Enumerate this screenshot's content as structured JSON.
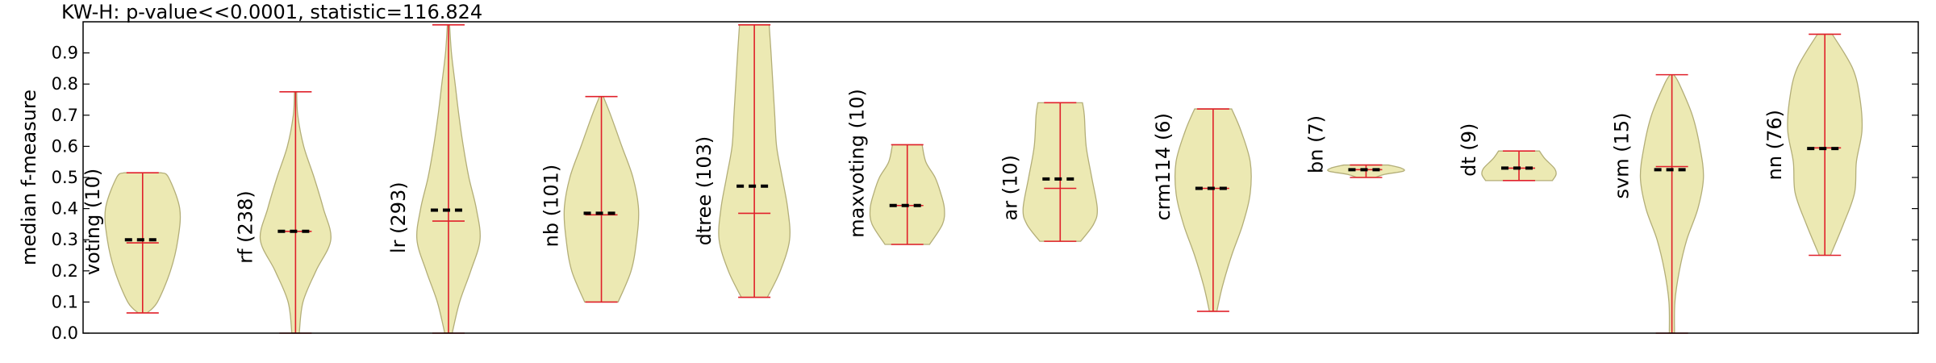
{
  "chart_data": {
    "type": "violin",
    "title": "KW-H: p-value<<0.0001, statistic=116.824",
    "ylabel": "median f-measure",
    "xlabel": "",
    "ylim": [
      0.0,
      1.0
    ],
    "yticks": [
      "0.0",
      "0.1",
      "0.2",
      "0.3",
      "0.4",
      "0.5",
      "0.6",
      "0.7",
      "0.8",
      "0.9"
    ],
    "grid": false,
    "colors": {
      "body_fill": "#ece9b3",
      "body_edge": "#b3ae78",
      "lines": "#e0202a",
      "mean": "#000000",
      "frame": "#000000"
    },
    "violins": [
      {
        "label": "voting (10)",
        "min": 0.065,
        "max": 0.515,
        "median": 0.29,
        "mean": 0.3,
        "profile": [
          [
            0.065,
            0.12
          ],
          [
            0.1,
            0.4
          ],
          [
            0.2,
            0.75
          ],
          [
            0.3,
            0.95
          ],
          [
            0.4,
            1.0
          ],
          [
            0.5,
            0.7
          ],
          [
            0.515,
            0.5
          ]
        ]
      },
      {
        "label": "rf (238)",
        "min": 0.0,
        "max": 0.775,
        "median": 0.327,
        "mean": 0.327,
        "profile": [
          [
            0.0,
            0.1
          ],
          [
            0.1,
            0.2
          ],
          [
            0.2,
            0.55
          ],
          [
            0.3,
            0.95
          ],
          [
            0.4,
            0.75
          ],
          [
            0.5,
            0.5
          ],
          [
            0.6,
            0.22
          ],
          [
            0.7,
            0.06
          ],
          [
            0.775,
            0.03
          ]
        ]
      },
      {
        "label": "lr (293)",
        "min": 0.0,
        "max": 0.99,
        "median": 0.36,
        "mean": 0.395,
        "profile": [
          [
            0.0,
            0.1
          ],
          [
            0.1,
            0.3
          ],
          [
            0.2,
            0.6
          ],
          [
            0.3,
            0.85
          ],
          [
            0.4,
            0.75
          ],
          [
            0.5,
            0.55
          ],
          [
            0.6,
            0.4
          ],
          [
            0.7,
            0.28
          ],
          [
            0.8,
            0.18
          ],
          [
            0.9,
            0.08
          ],
          [
            0.99,
            0.03
          ]
        ]
      },
      {
        "label": "nb (101)",
        "min": 0.1,
        "max": 0.76,
        "median": 0.38,
        "mean": 0.385,
        "profile": [
          [
            0.1,
            0.45
          ],
          [
            0.2,
            0.8
          ],
          [
            0.3,
            0.95
          ],
          [
            0.4,
            1.0
          ],
          [
            0.5,
            0.85
          ],
          [
            0.6,
            0.55
          ],
          [
            0.7,
            0.25
          ],
          [
            0.76,
            0.05
          ]
        ]
      },
      {
        "label": "dtree (103)",
        "min": 0.115,
        "max": 0.99,
        "median": 0.385,
        "mean": 0.472,
        "profile": [
          [
            0.115,
            0.35
          ],
          [
            0.2,
            0.7
          ],
          [
            0.3,
            0.95
          ],
          [
            0.4,
            0.9
          ],
          [
            0.5,
            0.75
          ],
          [
            0.6,
            0.6
          ],
          [
            0.7,
            0.55
          ],
          [
            0.8,
            0.5
          ],
          [
            0.9,
            0.45
          ],
          [
            0.99,
            0.4
          ]
        ]
      },
      {
        "label": "maxvoting (10)",
        "min": 0.285,
        "max": 0.605,
        "median": 0.41,
        "mean": 0.41,
        "profile": [
          [
            0.285,
            0.6
          ],
          [
            0.35,
            0.95
          ],
          [
            0.4,
            1.0
          ],
          [
            0.45,
            0.9
          ],
          [
            0.5,
            0.75
          ],
          [
            0.55,
            0.5
          ],
          [
            0.605,
            0.4
          ]
        ]
      },
      {
        "label": "ar (10)",
        "min": 0.295,
        "max": 0.74,
        "median": 0.465,
        "mean": 0.495,
        "profile": [
          [
            0.295,
            0.55
          ],
          [
            0.35,
            0.9
          ],
          [
            0.4,
            1.0
          ],
          [
            0.5,
            0.85
          ],
          [
            0.6,
            0.7
          ],
          [
            0.7,
            0.65
          ],
          [
            0.74,
            0.6
          ]
        ]
      },
      {
        "label": "crm114 (6)",
        "min": 0.07,
        "max": 0.72,
        "median": 0.465,
        "mean": 0.465,
        "profile": [
          [
            0.07,
            0.1
          ],
          [
            0.15,
            0.25
          ],
          [
            0.25,
            0.5
          ],
          [
            0.35,
            0.8
          ],
          [
            0.45,
            1.0
          ],
          [
            0.55,
            1.0
          ],
          [
            0.65,
            0.75
          ],
          [
            0.72,
            0.5
          ]
        ]
      },
      {
        "label": "bn (7)",
        "min": 0.5,
        "max": 0.54,
        "median": 0.525,
        "mean": 0.525,
        "profile": [
          [
            0.5,
            0.25
          ],
          [
            0.51,
            0.5
          ],
          [
            0.52,
            1.0
          ],
          [
            0.53,
            0.95
          ],
          [
            0.54,
            0.6
          ]
        ]
      },
      {
        "label": "dt (9)",
        "min": 0.49,
        "max": 0.585,
        "median": 0.53,
        "mean": 0.53,
        "profile": [
          [
            0.49,
            0.9
          ],
          [
            0.51,
            1.0
          ],
          [
            0.53,
            0.95
          ],
          [
            0.56,
            0.7
          ],
          [
            0.585,
            0.55
          ]
        ]
      },
      {
        "label": "svm (15)",
        "min": 0.0,
        "max": 0.83,
        "median": 0.535,
        "mean": 0.525,
        "profile": [
          [
            0.0,
            0.07
          ],
          [
            0.1,
            0.08
          ],
          [
            0.2,
            0.2
          ],
          [
            0.3,
            0.4
          ],
          [
            0.4,
            0.7
          ],
          [
            0.5,
            0.85
          ],
          [
            0.6,
            0.75
          ],
          [
            0.7,
            0.55
          ],
          [
            0.8,
            0.2
          ],
          [
            0.83,
            0.05
          ]
        ]
      },
      {
        "label": "nn (76)",
        "min": 0.25,
        "max": 0.96,
        "median": 0.595,
        "mean": 0.593,
        "profile": [
          [
            0.25,
            0.15
          ],
          [
            0.35,
            0.5
          ],
          [
            0.45,
            0.8
          ],
          [
            0.55,
            0.85
          ],
          [
            0.65,
            1.0
          ],
          [
            0.75,
            0.95
          ],
          [
            0.85,
            0.75
          ],
          [
            0.96,
            0.2
          ]
        ]
      }
    ]
  }
}
